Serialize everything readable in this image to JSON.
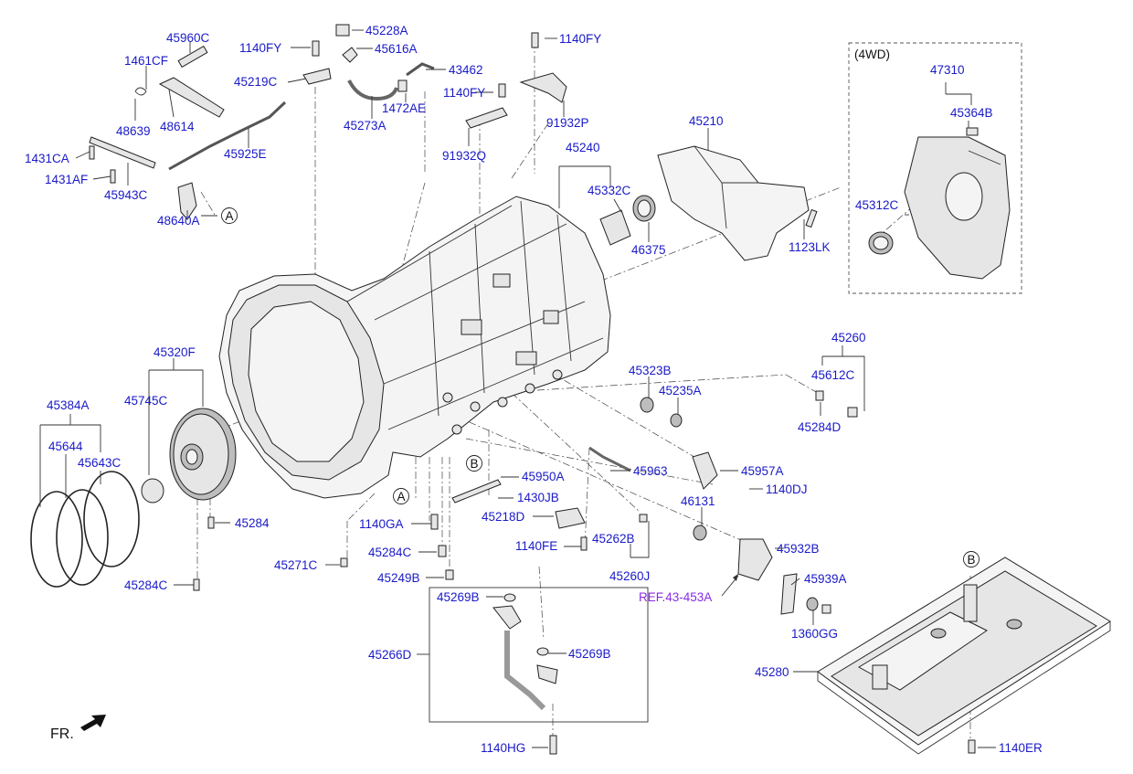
{
  "labels": {
    "p45960C": "45960C",
    "p1461CF": "1461CF",
    "p48639": "48639",
    "p48614": "48614",
    "p1431CA": "1431CA",
    "p1431AF": "1431AF",
    "p45943C": "45943C",
    "p48640A": "48640A",
    "p45925E": "45925E",
    "p1140FY_a": "1140FY",
    "p45219C": "45219C",
    "p45228A": "45228A",
    "p45616A": "45616A",
    "p45273A": "45273A",
    "p1472AE": "1472AE",
    "p43462": "43462",
    "p1140FY_b": "1140FY",
    "p1140FY_c": "1140FY",
    "p91932P": "91932P",
    "p91932Q": "91932Q",
    "p45240": "45240",
    "p45332C": "45332C",
    "p46375": "46375",
    "p45210": "45210",
    "p1123LK": "1123LK",
    "p47310": "47310",
    "p45364B": "45364B",
    "p45312C": "45312C",
    "p45320F": "45320F",
    "p45745C": "45745C",
    "p45384A": "45384A",
    "p45644": "45644",
    "p45643C": "45643C",
    "p45284_a": "45284",
    "p45284C_a": "45284C",
    "p45260": "45260",
    "p45612C": "45612C",
    "p45284D": "45284D",
    "p45323B": "45323B",
    "p45235A": "45235A",
    "p45963": "45963",
    "p45957A": "45957A",
    "p1140DJ": "1140DJ",
    "p46131": "46131",
    "p45950A": "45950A",
    "p1430JB": "1430JB",
    "p45218D": "45218D",
    "p45262B": "45262B",
    "p1140FE": "1140FE",
    "p45260J": "45260J",
    "p1140GA": "1140GA",
    "p45271C": "45271C",
    "p45284C_b": "45284C",
    "p45249B": "45249B",
    "p45269B_a": "45269B",
    "p45269B_b": "45269B",
    "p45266D": "45266D",
    "p1140HG": "1140HG",
    "p45932B": "45932B",
    "p45939A": "45939A",
    "p1360GG": "1360GG",
    "p45280": "45280",
    "p1140ER": "1140ER"
  },
  "ref_label": "REF.43-453A",
  "group_4wd": "(4WD)",
  "callouts": {
    "a1": "A",
    "a2": "A",
    "b1": "B",
    "b2": "B"
  },
  "fr_label": "FR.",
  "colors": {
    "part_number": "#1a1ac8",
    "reference": "#8a2be2",
    "line": "#333333"
  }
}
